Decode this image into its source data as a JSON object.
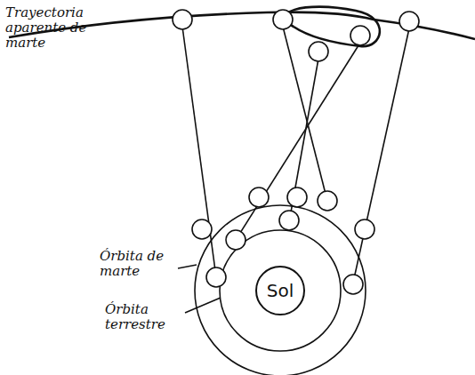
{
  "diagram": {
    "nodes": [
      {
        "text": [
          "Sol"
        ]
      }
    ],
    "labels": [
      "Trayectoria aparente de marte",
      "Órbita de marte",
      "Órbita terrestre"
    ]
  }
}
